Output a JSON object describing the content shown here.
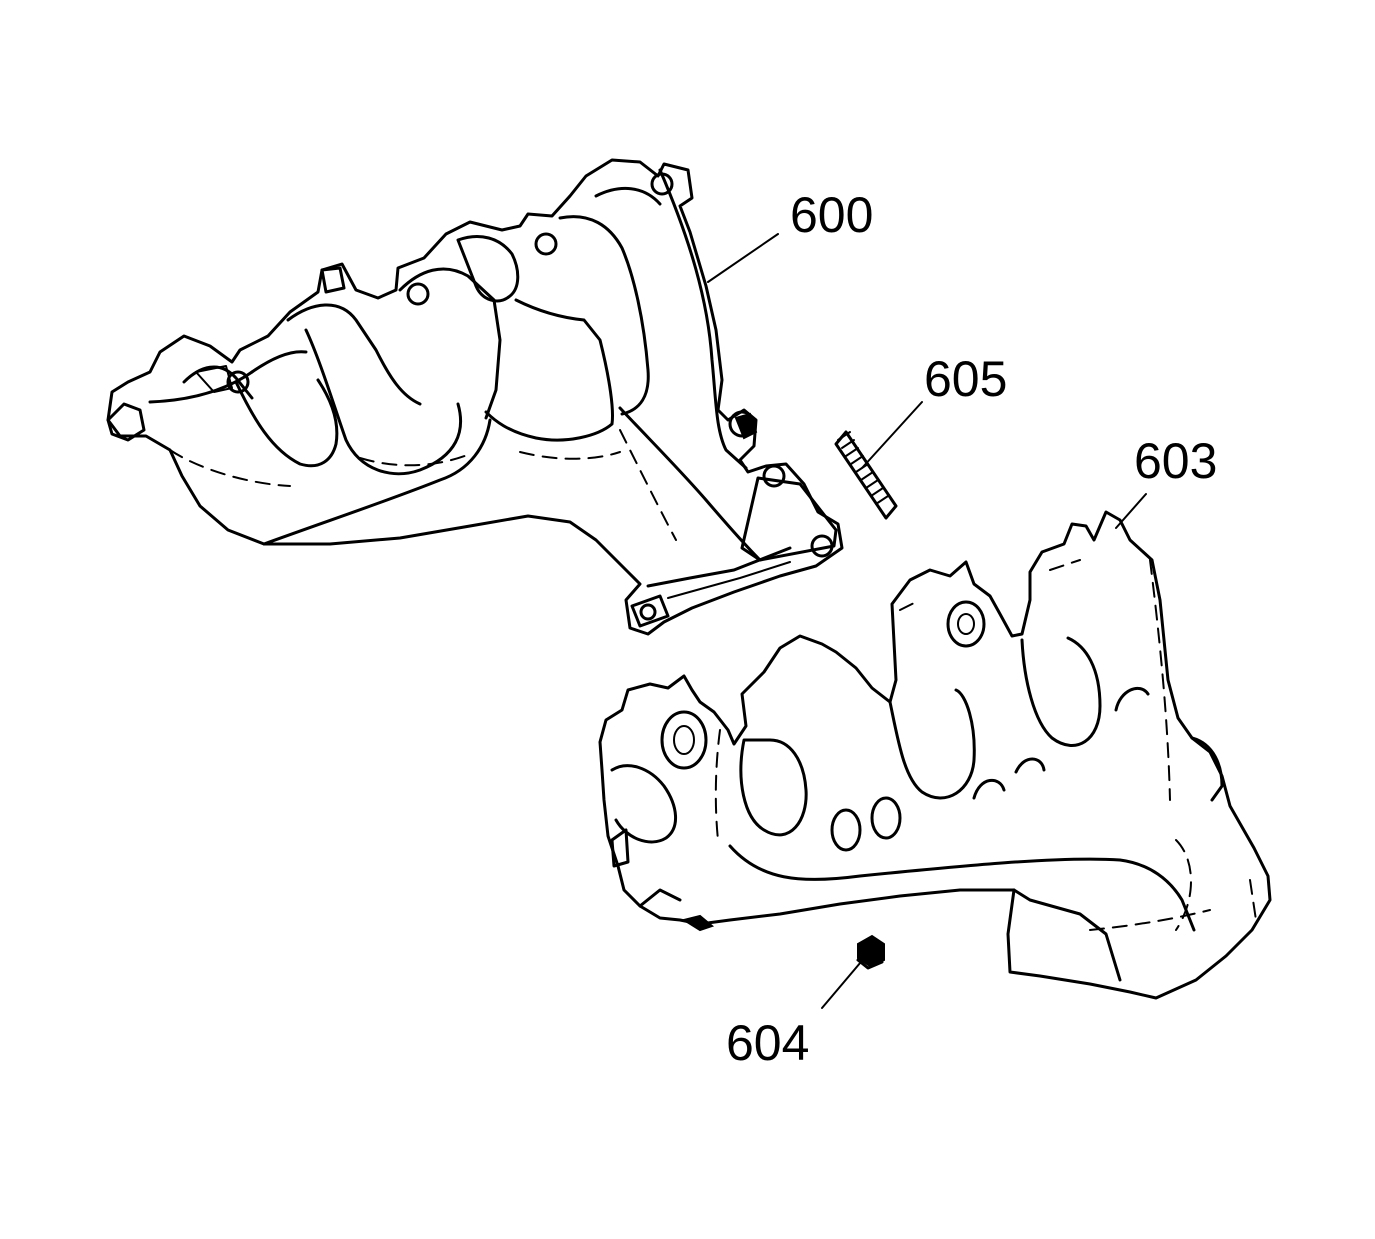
{
  "callouts": {
    "exhaust_manifold": "600",
    "stud": "605",
    "heat_shield": "603",
    "bolt": "604"
  },
  "colors": {
    "ink": "#000000",
    "background": "#ffffff"
  }
}
